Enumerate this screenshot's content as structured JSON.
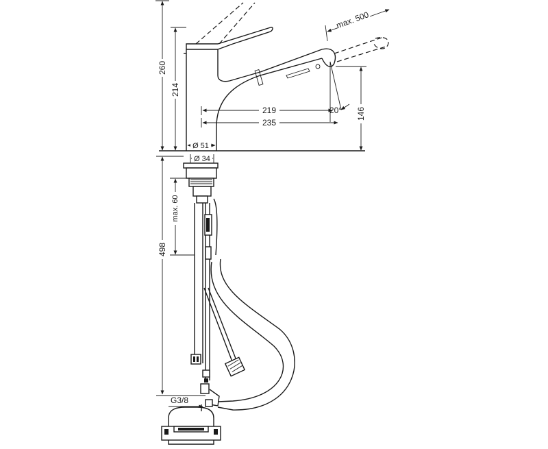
{
  "dimensions": {
    "total_height": "260",
    "spout_height": "214",
    "reach_219": "219",
    "reach_235": "235",
    "outlet_height": "146",
    "base_diameter": "Ø 51",
    "hole_diameter": "Ø 34",
    "max_thickness": "max. 60",
    "below_length": "498",
    "connection": "G3/8",
    "pullout": "max. 500",
    "angle": "20°"
  },
  "icons": {
    "dimension_arrow": "arrowhead",
    "hose": "hose-loop"
  }
}
